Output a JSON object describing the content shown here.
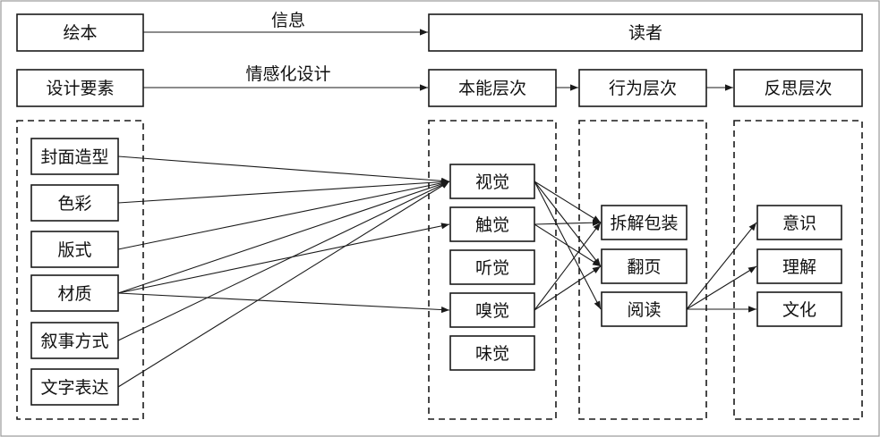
{
  "nodes": {
    "huiben": "绘本",
    "duzhe": "读者",
    "sheji_yaosu": "设计要素",
    "benneng": "本能层次",
    "xingwei": "行为层次",
    "fansi": "反思层次",
    "fengmian": "封面造型",
    "secai": "色彩",
    "banshi": "版式",
    "caizhi": "材质",
    "xushi": "叙事方式",
    "wenzi": "文字表达",
    "shijue": "视觉",
    "chujue": "触觉",
    "tingjue": "听觉",
    "xiujue": "嗅觉",
    "weijue": "味觉",
    "chaijie": "拆解包装",
    "fanye": "翻页",
    "yuedu": "阅读",
    "yishi": "意识",
    "lijie": "理解",
    "wenhua": "文化"
  },
  "edge_labels": {
    "xinxi": "信息",
    "qinggan": "情感化设计"
  }
}
